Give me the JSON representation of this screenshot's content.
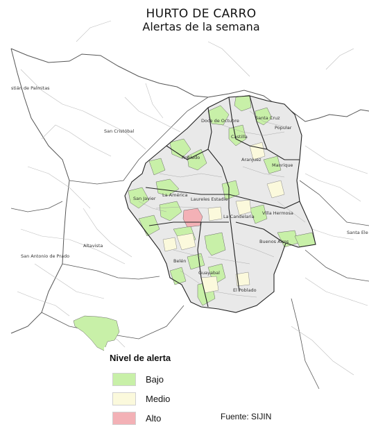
{
  "title": "HURTO DE CARRO",
  "subtitle": "Alertas de la semana",
  "legend": {
    "title": "Nivel de alerta",
    "items": [
      {
        "label": "Bajo",
        "color": "#c8f0a8"
      },
      {
        "label": "Medio",
        "color": "#fbf9dc"
      },
      {
        "label": "Alto",
        "color": "#f3b1b6"
      }
    ]
  },
  "source": "Fuente: SIJIN",
  "places": {
    "palmitas": "stián de Palmitas",
    "san_cristobal": "San Cristóbal",
    "altavista": "Altavista",
    "san_antonio": "San Antonio de Prado",
    "doce_octubre": "Doce de Octubre",
    "santa_cruz": "Santa Cruz",
    "popular": "Popular",
    "castilla": "Castilla",
    "robledo": "Robledo",
    "aranjuez": "Aranjuez",
    "manrique": "Manrique",
    "la_america": "La América",
    "laureles": "Laureles Estadio",
    "san_javier": "San Javier",
    "villa_hermosa": "Villa Hermosa",
    "candelaria": "La Candelaria",
    "buenos_aires": "Buenos Aires",
    "santa_elena": "Santa Ele",
    "belen": "Belén",
    "guayabal": "Guayabal",
    "poblado": "El Poblado"
  }
}
